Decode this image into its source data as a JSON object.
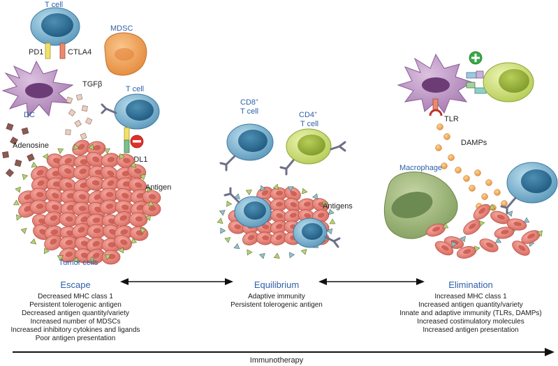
{
  "labels": {
    "t_cell_top": "T cell",
    "pd1": "PD1",
    "ctla4": "CTLA4",
    "mdsc": "MDSC",
    "tgfb": "TGFβ",
    "dc": "DC",
    "t_cell_mid": "T cell",
    "adenosine": "Adenosine",
    "pdl1": "PDL1",
    "antigen": "Antigen",
    "tumor_cells": "Tumor cells",
    "cd8_line1": "CD8",
    "cd8_sup": "+",
    "cd8_line2": "T cell",
    "cd4_line1": "CD4",
    "cd4_sup": "+",
    "cd4_line2": "T cell",
    "antigens": "Antigens",
    "tlr": "TLR",
    "damps": "DAMPs",
    "macrophage": "Macrophage"
  },
  "phases": {
    "escape": {
      "title": "Escape",
      "lines": [
        "Decreased MHC class 1",
        "Persistent tolerogenic antigen",
        "Decreased antigen quantity/variety",
        "Increased number of MDSCs",
        "Increased inhibitory cytokines and ligands",
        "Poor antigen presentation"
      ]
    },
    "equilibrium": {
      "title": "Equilibrium",
      "lines": [
        "Adaptive immunity",
        "Persistent tolerogenic antigen"
      ]
    },
    "elimination": {
      "title": "Elimination",
      "lines": [
        "Increased MHC class 1",
        "Increased antigen quantity/variety",
        "Innate and adaptive immunity (TLRs, DAMPs)",
        "Increased costimulatory molecules",
        "Increased antigen presentation"
      ]
    }
  },
  "footer": {
    "immunotherapy": "Immunotherapy"
  },
  "colors": {
    "tcell": "#6fa8c8",
    "tcell_nucleus": "#2f6d93",
    "cd4": "#c9dc6a",
    "mdsc": "#f0a25a",
    "dc": "#b98dc0",
    "tumor": "#e98075",
    "tumor_nucleus": "#c9584f",
    "macrophage": "#9db47a",
    "damps": "#f0a64a",
    "label_blue": "#2f5fa8"
  }
}
